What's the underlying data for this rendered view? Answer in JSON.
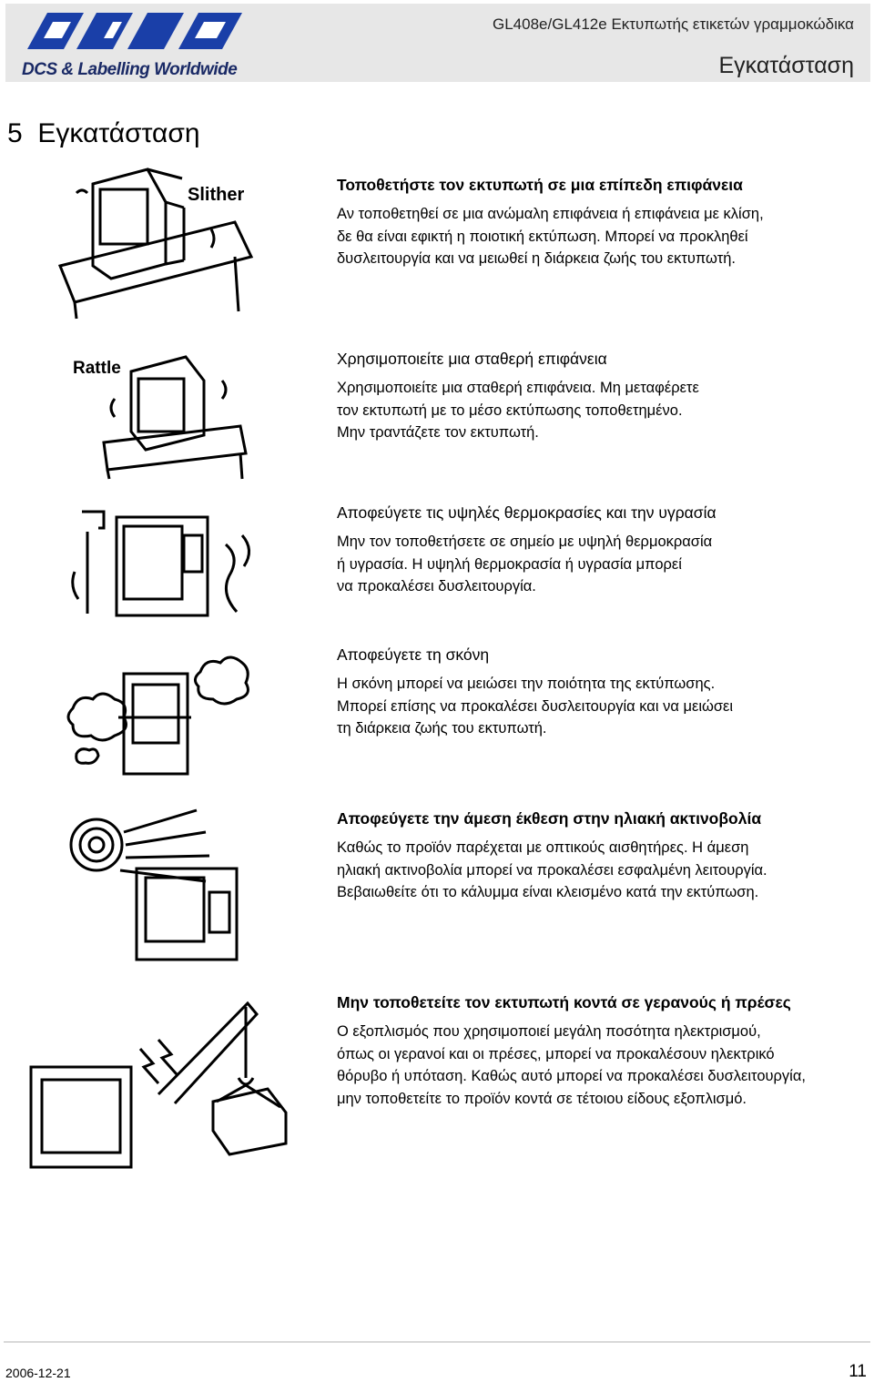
{
  "header": {
    "tagline": "DCS & Labelling Worldwide",
    "doc_title": "GL408e/GL412e Εκτυπωτής ετικετών γραμμοκώδικα",
    "section_title": "Εγκατάσταση"
  },
  "chapter": {
    "number": "5",
    "title": "Εγκατάσταση"
  },
  "illustrations": {
    "slither": "Slither",
    "rattle": "Rattle"
  },
  "sections": [
    {
      "heading": "Τοποθετήστε τον εκτυπωτή σε μια επίπεδη επιφάνεια",
      "lines": [
        "Αν τοποθετηθεί σε μια ανώμαλη επιφάνεια ή επιφάνεια με κλίση,",
        "δε θα είναι εφικτή η ποιοτική εκτύπωση. Μπορεί να προκληθεί",
        "δυσλειτουργία και να μειωθεί η διάρκεια ζωής του εκτυπωτή."
      ]
    },
    {
      "heading": "Χρησιμοποιείτε μια σταθερή επιφάνεια",
      "lines": [
        "Χρησιμοποιείτε μια σταθερή επιφάνεια. Μη μεταφέρετε",
        "τον εκτυπωτή με το μέσο εκτύπωσης τοποθετημένο.",
        "Μην τραντάζετε τον εκτυπωτή."
      ]
    },
    {
      "heading": "Αποφεύγετε τις υψηλές θερμοκρασίες και την υγρασία",
      "lines": [
        "Μην τον τοποθετήσετε σε σημείο με υψηλή θερμοκρασία",
        "ή υγρασία. Η υψηλή θερμοκρασία ή υγρασία μπορεί",
        "να προκαλέσει δυσλειτουργία."
      ]
    },
    {
      "heading": "Αποφεύγετε τη σκόνη",
      "lines": [
        "Η σκόνη μπορεί να μειώσει την ποιότητα της εκτύπωσης.",
        "Μπορεί επίσης να προκαλέσει δυσλειτουργία και να μειώσει",
        "τη διάρκεια ζωής του εκτυπωτή."
      ]
    },
    {
      "heading": "Αποφεύγετε την άμεση έκθεση στην ηλιακή ακτινοβολία",
      "lines": [
        "Καθώς το προϊόν παρέχεται με οπτικούς αισθητήρες. Η άμεση",
        "ηλιακή ακτινοβολία μπορεί να προκαλέσει εσφαλμένη λειτουργία.",
        "Βεβαιωθείτε ότι το κάλυμμα είναι κλεισμένο κατά την εκτύπωση."
      ]
    },
    {
      "heading": "Μην τοποθετείτε τον εκτυπωτή κοντά σε γερανούς ή πρέσες",
      "lines": [
        "Ο εξοπλισμός που χρησιμοποιεί μεγάλη ποσότητα ηλεκτρισμού,",
        "όπως οι γερανοί και οι πρέσες, μπορεί να προκαλέσουν ηλεκτρικό",
        "θόρυβο ή υπόταση. Καθώς αυτό μπορεί να προκαλέσει δυσλειτουργία,",
        "μην τοποθετείτε το προϊόν κοντά σε τέτοιου είδους εξοπλισμό."
      ]
    }
  ],
  "footer": {
    "date": "2006-12-21",
    "page": "11"
  }
}
